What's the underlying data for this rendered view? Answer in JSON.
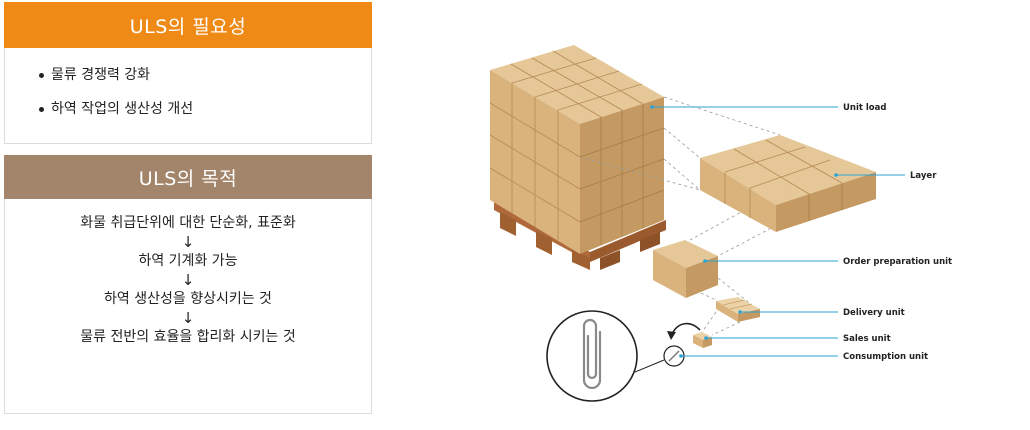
{
  "need_panel": {
    "title": "ULS의 필요성",
    "items": [
      "물류 경쟁력 강화",
      "하역 작업의 생산성 개선"
    ]
  },
  "purpose_panel": {
    "title": "ULS의 목적",
    "steps": [
      "화물 취급단위에 대한 단순화, 표준화",
      "하역 기계화 가능",
      "하역 생산성을 향상시키는 것",
      "물류 전반의 효율을 합리화 시키는 것"
    ],
    "arrow": "↓"
  },
  "diagram": {
    "labels": {
      "unit_load": "Unit load",
      "layer": "Layer",
      "order_preparation_unit": "Order preparation unit",
      "delivery_unit": "Delivery unit",
      "sales_unit": "Sales unit",
      "consumption_unit": "Consumption unit"
    },
    "colors": {
      "box_top": "#e6c898",
      "box_front": "#d7b079",
      "box_side": "#c49a62",
      "pallet": "#b06a3a",
      "leader": "#2aa3d2"
    }
  }
}
